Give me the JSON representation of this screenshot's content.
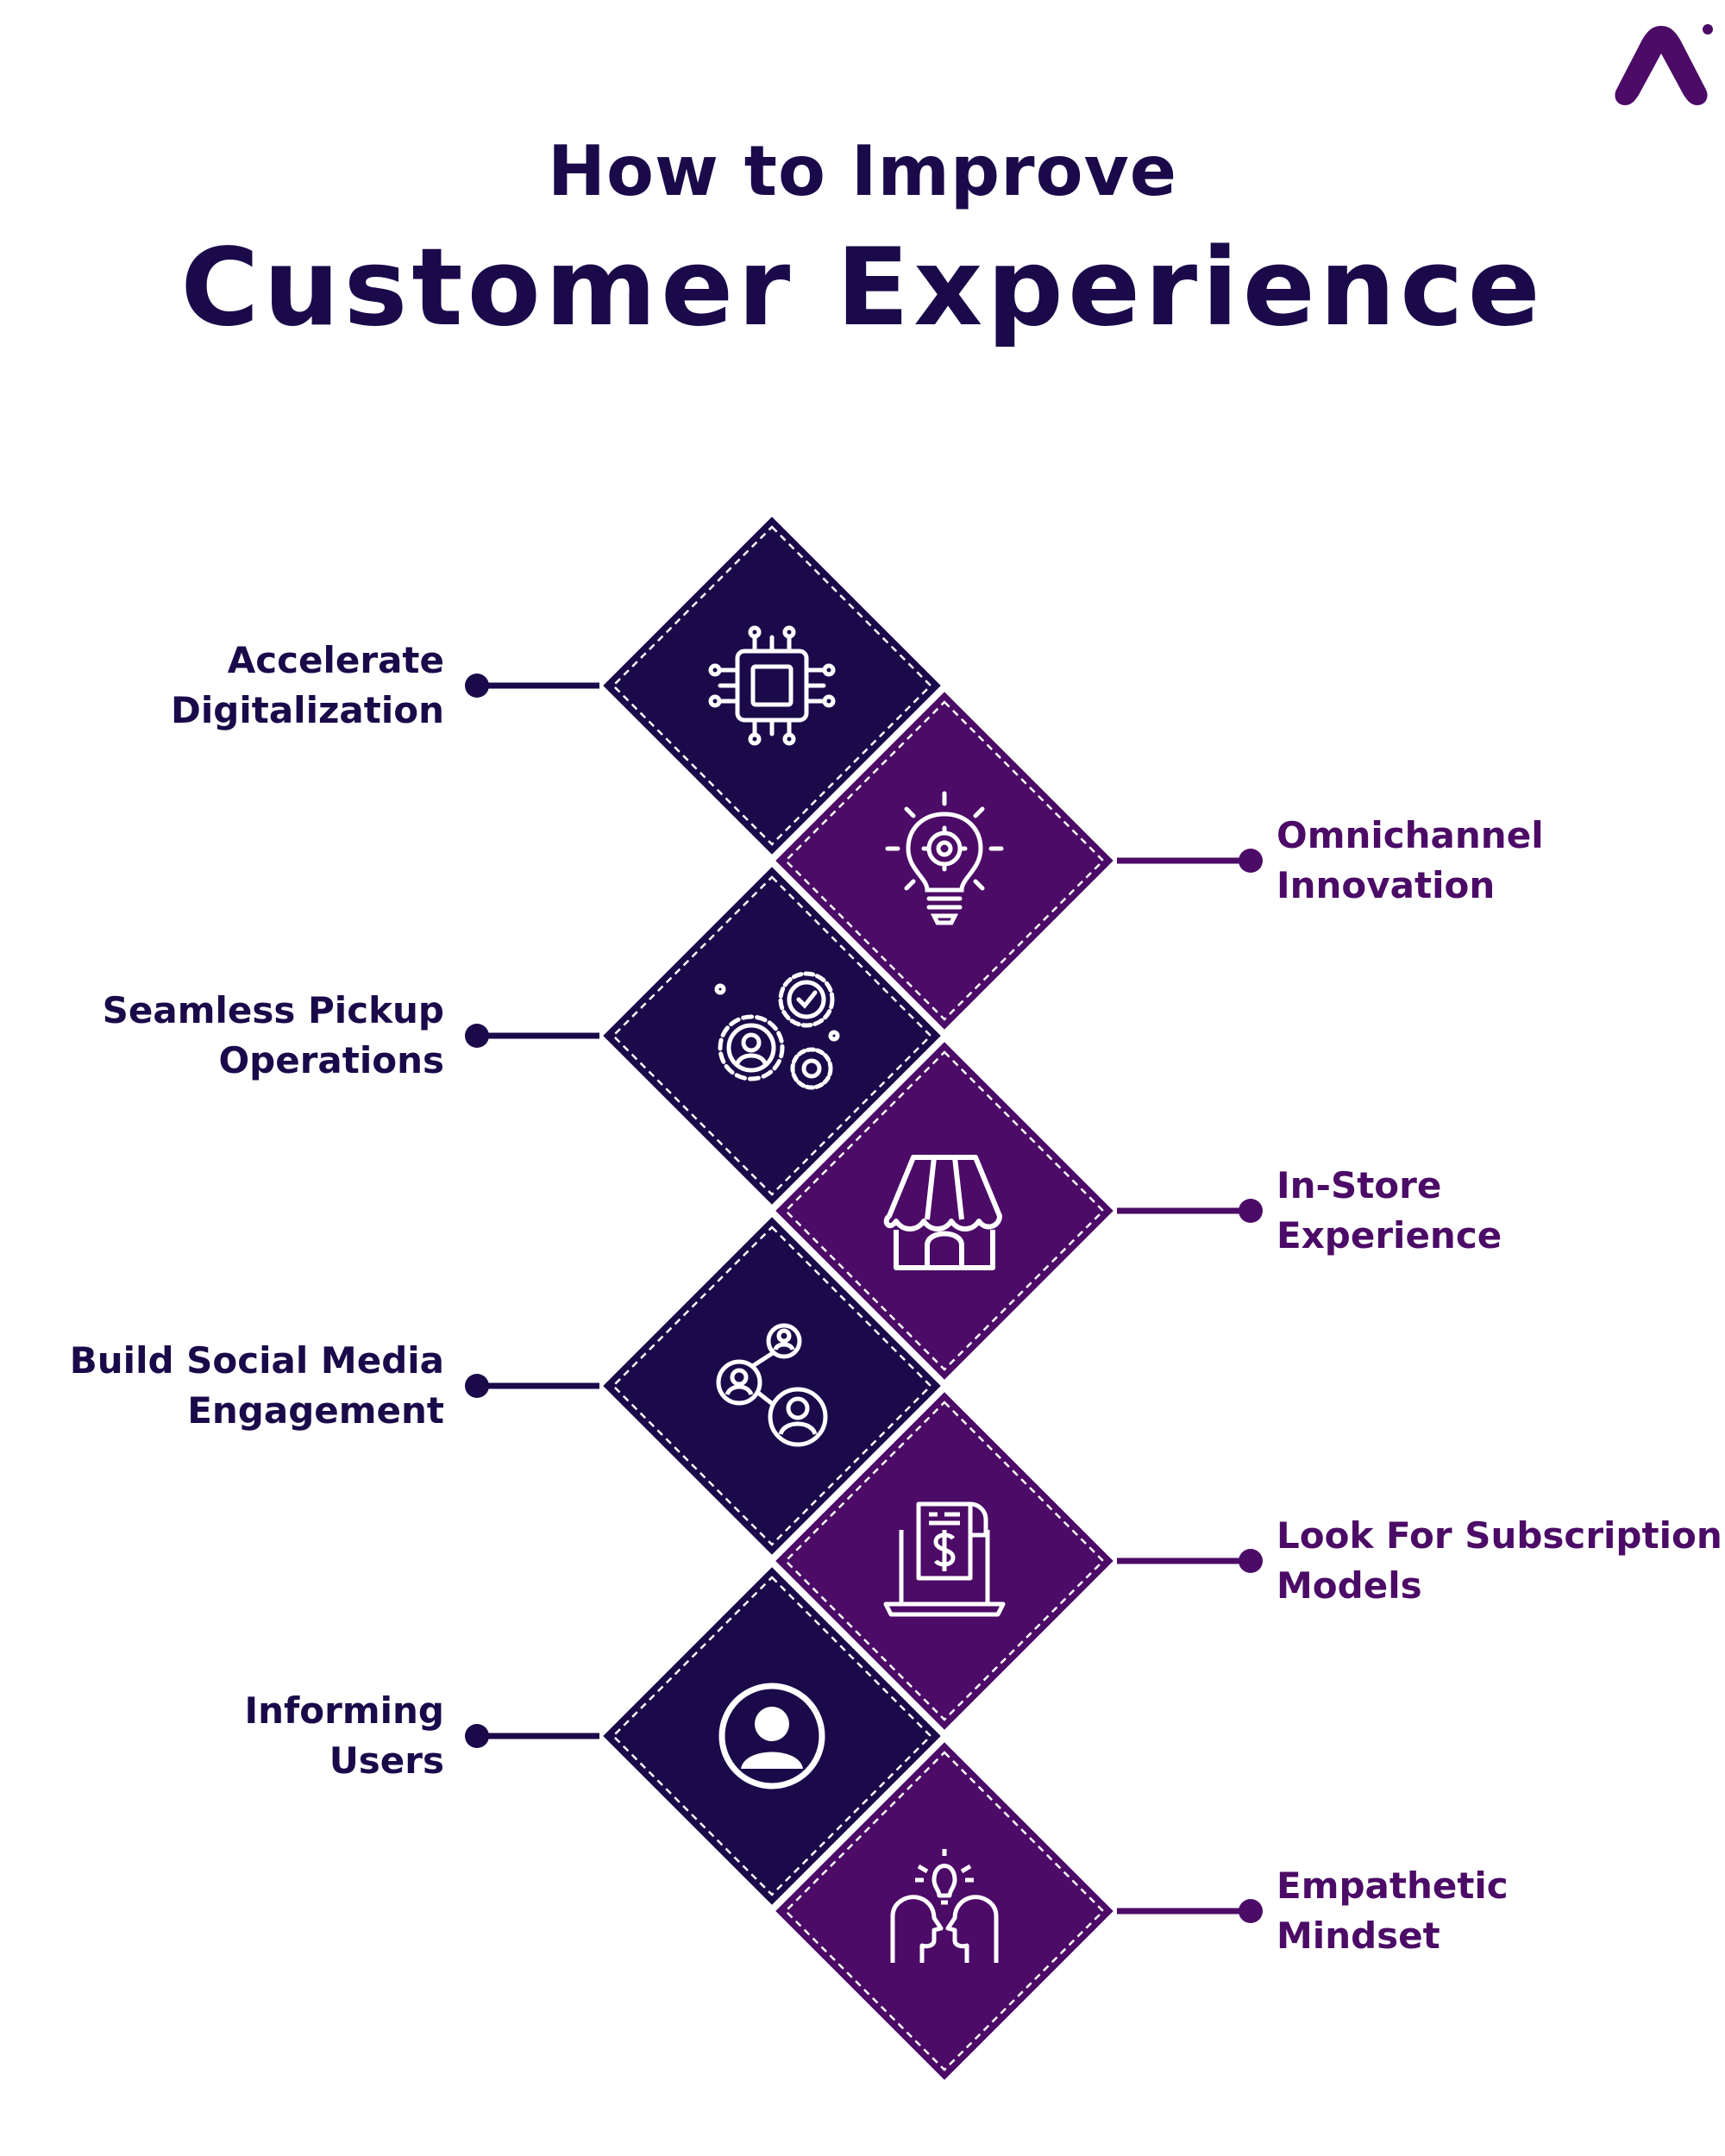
{
  "title": {
    "line1": "How to Improve",
    "line2": "Customer Experience"
  },
  "colors": {
    "dark": "#1a0a4a",
    "purple": "#4b0b66",
    "label_dark": "#1a0a4a",
    "label_purple": "#4b0b66",
    "background": "#ffffff"
  },
  "steps": [
    {
      "lines": [
        "Accelerate",
        "Digitalization"
      ],
      "side": "left",
      "icon": "microchip-icon"
    },
    {
      "lines": [
        "Omnichannel",
        "Innovation"
      ],
      "side": "right",
      "icon": "lightbulb-gear-icon"
    },
    {
      "lines": [
        "Seamless Pickup",
        "Operations"
      ],
      "side": "left",
      "icon": "gears-user-icon"
    },
    {
      "lines": [
        "In-Store",
        "Experience"
      ],
      "side": "right",
      "icon": "storefront-icon"
    },
    {
      "lines": [
        "Build Social Media",
        "Engagement"
      ],
      "side": "left",
      "icon": "social-network-icon"
    },
    {
      "lines": [
        "Look For Subscription",
        "Models"
      ],
      "side": "right",
      "icon": "subscription-invoice-icon"
    },
    {
      "lines": [
        "Informing",
        "Users"
      ],
      "side": "left",
      "icon": "user-circle-icon"
    },
    {
      "lines": [
        "Empathetic",
        "Mindset"
      ],
      "side": "right",
      "icon": "empathy-heads-icon"
    }
  ]
}
